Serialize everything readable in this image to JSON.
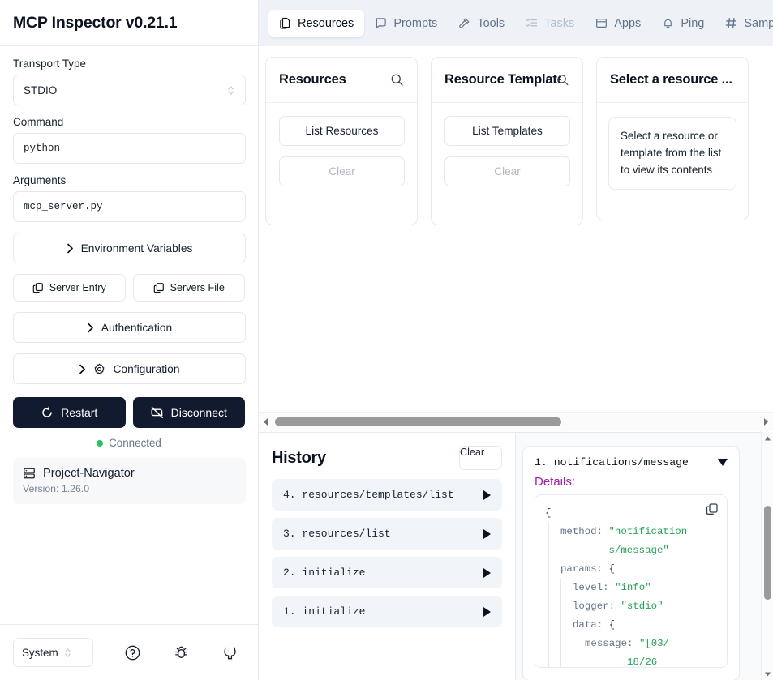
{
  "sidebar": {
    "app_title": "MCP Inspector v0.21.1",
    "transport_label": "Transport Type",
    "transport_value": "STDIO",
    "command_label": "Command",
    "command_value": "python",
    "arguments_label": "Arguments",
    "arguments_value": "mcp_server.py",
    "env_vars_label": "Environment Variables",
    "server_entry_label": "Server Entry",
    "servers_file_label": "Servers File",
    "authentication_label": "Authentication",
    "configuration_label": "Configuration",
    "restart_label": "Restart",
    "disconnect_label": "Disconnect",
    "status_text": "Connected",
    "status_color": "#22c55e",
    "server_name": "Project-Navigator",
    "server_version": "Version: 1.26.0",
    "theme_value": "System"
  },
  "tabs": [
    {
      "label": "Resources",
      "icon": "files-icon",
      "active": true,
      "disabled": false
    },
    {
      "label": "Prompts",
      "icon": "message-square-icon",
      "active": false,
      "disabled": false
    },
    {
      "label": "Tools",
      "icon": "hammer-icon",
      "active": false,
      "disabled": false
    },
    {
      "label": "Tasks",
      "icon": "list-checks-icon",
      "active": false,
      "disabled": true
    },
    {
      "label": "Apps",
      "icon": "window-icon",
      "active": false,
      "disabled": false
    },
    {
      "label": "Ping",
      "icon": "bell-icon",
      "active": false,
      "disabled": false
    },
    {
      "label": "Samp",
      "icon": "hash-icon",
      "active": false,
      "disabled": false
    }
  ],
  "cards": {
    "resources": {
      "title": "Resources",
      "list_label": "List Resources",
      "clear_label": "Clear"
    },
    "templates": {
      "title": "Resource Templates",
      "list_label": "List Templates",
      "clear_label": "Clear"
    },
    "selected": {
      "title": "Select a resource ...",
      "placeholder": "Select a resource or template from the list to view its contents"
    }
  },
  "history": {
    "title": "History",
    "clear_label": "Clear",
    "items": [
      {
        "label": "4. resources/templates/list"
      },
      {
        "label": "3. resources/list"
      },
      {
        "label": "2. initialize"
      },
      {
        "label": "1. initialize"
      }
    ]
  },
  "detail": {
    "title": "1. notifications/message",
    "details_label": "Details:",
    "json_lines": [
      {
        "indent": 0,
        "key": "",
        "punct": "{",
        "value": ""
      },
      {
        "indent": 1,
        "key": "method:",
        "punct": "",
        "value": "\"notification"
      },
      {
        "indent": 1,
        "key": "",
        "punct": "",
        "value": "s/message\"",
        "continuation": true
      },
      {
        "indent": 1,
        "key": "params:",
        "punct": "{",
        "value": ""
      },
      {
        "indent": 2,
        "key": "level:",
        "punct": "",
        "value": "\"info\""
      },
      {
        "indent": 2,
        "key": "logger:",
        "punct": "",
        "value": "\"stdio\""
      },
      {
        "indent": 2,
        "key": "data:",
        "punct": "{",
        "value": ""
      },
      {
        "indent": 3,
        "key": "message:",
        "punct": "",
        "value": "\"[03/"
      },
      {
        "indent": 3,
        "key": "",
        "punct": "",
        "value": "18/26",
        "continuation": true
      }
    ]
  }
}
